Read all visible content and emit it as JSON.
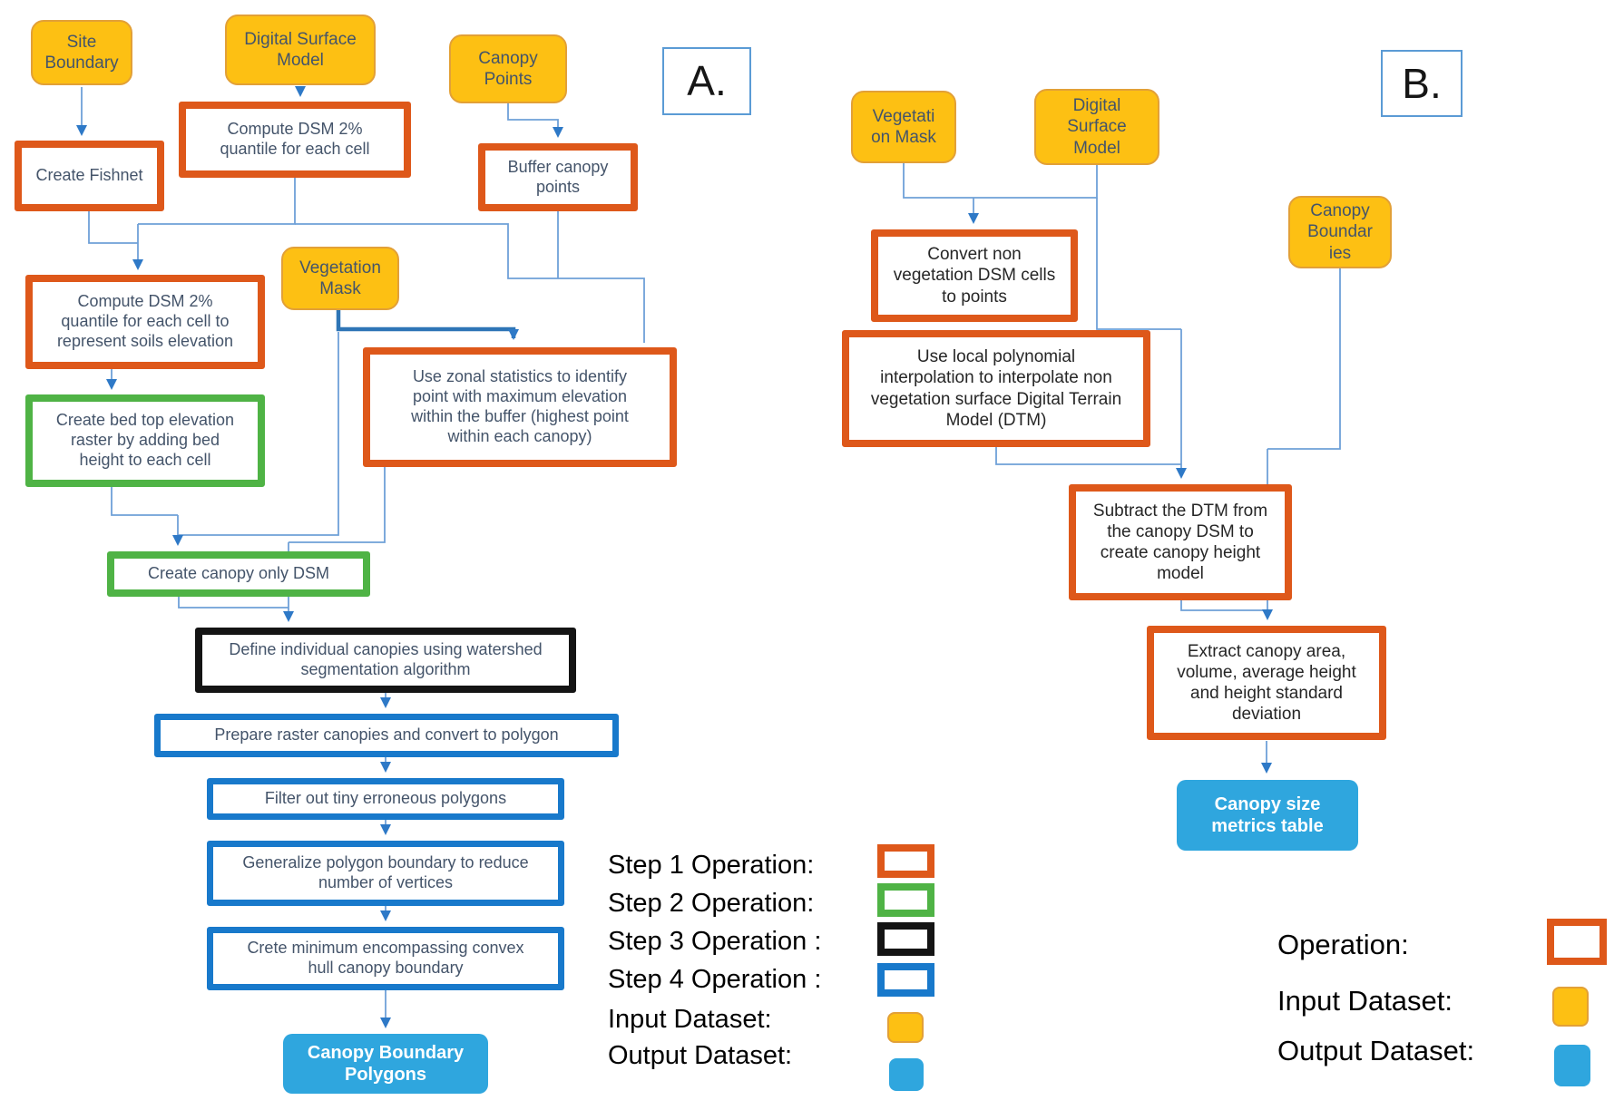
{
  "colors": {
    "step1_orange": "#DE581A",
    "step2_green": "#4FB345",
    "step3_black": "#141414",
    "step4_blue": "#1879CB",
    "input_fill": "#FDC013",
    "output_fill": "#2FA6DE",
    "connector": "#6FA0D8",
    "thick_connector": "#2E75B6"
  },
  "panelA": {
    "label": "A.",
    "inputs": {
      "siteBoundary": "Site\nBoundary",
      "digitalSurfaceModel": "Digital Surface\nModel",
      "canopyPoints": "Canopy\nPoints",
      "vegetationMask": "Vegetation\nMask"
    },
    "operations": {
      "computeDsmCell": "Compute DSM 2%\nquantile for each cell",
      "createFishnet": "Create Fishnet",
      "bufferCanopy": "Buffer canopy\npoints",
      "computeSoils": "Compute DSM 2%\nquantile for each cell to\nrepresent soils elevation",
      "zonalStatistics": "Use zonal statistics to identify\npoint with maximum elevation\nwithin the buffer (highest point\nwithin each canopy)",
      "bedTopElevation": "Create bed top elevation\nraster by adding bed\nheight to each cell",
      "canopyOnlyDsm": "Create canopy only DSM",
      "watershed": "Define individual canopies using watershed\nsegmentation algorithm",
      "prepareRaster": "Prepare raster canopies and convert to polygon",
      "filterPolygons": "Filter out tiny erroneous polygons",
      "generalizeBoundary": "Generalize polygon boundary to reduce\nnumber of vertices",
      "convexHull": "Crete minimum encompassing convex\nhull canopy boundary"
    },
    "output": "Canopy Boundary\nPolygons",
    "legend": {
      "step1": "Step 1 Operation:",
      "step2": "Step 2 Operation:",
      "step3": "Step 3 Operation :",
      "step4": "Step 4 Operation :",
      "input": "Input Dataset:",
      "output": "Output Dataset:"
    }
  },
  "panelB": {
    "label": "B.",
    "inputs": {
      "vegetationMask": "Vegetati\non Mask",
      "digitalSurfaceModel": "Digital\nSurface\nModel",
      "canopyBoundaries": "Canopy\nBoundar\nies"
    },
    "operations": {
      "convertNonVeg": "Convert non\nvegetation DSM cells\nto points",
      "localPolynomial": "Use local polynomial\ninterpolation to interpolate non\nvegetation surface Digital Terrain\nModel (DTM)",
      "subtractDtm": "Subtract the DTM from\nthe canopy DSM to\ncreate canopy height\nmodel",
      "extractMetrics": "Extract canopy area,\nvolume, average height\nand height standard\ndeviation"
    },
    "output": "Canopy size\nmetrics table",
    "legend": {
      "operation": "Operation:",
      "input": "Input Dataset:",
      "output": "Output Dataset:"
    }
  }
}
